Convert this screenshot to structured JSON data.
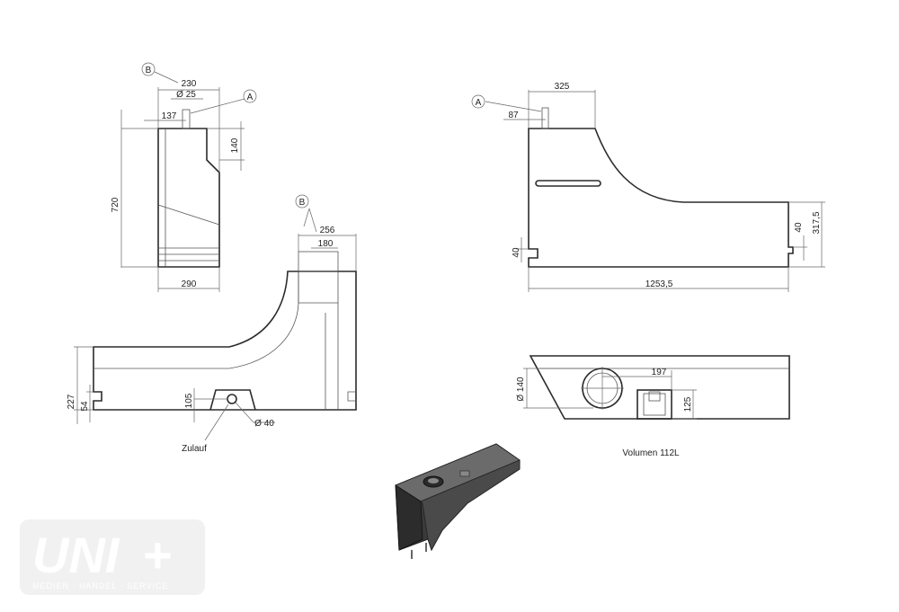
{
  "front_view": {
    "marker_b": "B",
    "marker_a": "A",
    "dim_width_top": "230",
    "dim_diameter_small": "Ø 25",
    "dim_offset": "137",
    "dim_height_step": "140",
    "dim_total_height": "720",
    "dim_bottom_width": "290"
  },
  "top_right_view": {
    "marker_a": "A",
    "dim_top": "325",
    "dim_offset": "87",
    "dim_length": "1253,5",
    "dim_right_height": "317,5",
    "dim_right_notch": "40",
    "dim_left_notch": "40"
  },
  "side_view": {
    "marker_b": "B",
    "dim_outer": "256",
    "dim_inner": "180",
    "dim_height": "227",
    "dim_notch": "54",
    "dim_inlet_height": "105",
    "dim_inlet_diameter": "Ø 40",
    "inlet_label": "Zulauf"
  },
  "bottom_right_view": {
    "dim_diameter": "Ø 140",
    "dim_distance": "197",
    "dim_height": "125",
    "volume_label": "Volumen 112L"
  },
  "watermark": {
    "logo_text": "UNI",
    "logo_plus": "+",
    "tagline": "MEDIEN · HANDEL · SERVICE",
    "color": "#d9d9d9"
  }
}
